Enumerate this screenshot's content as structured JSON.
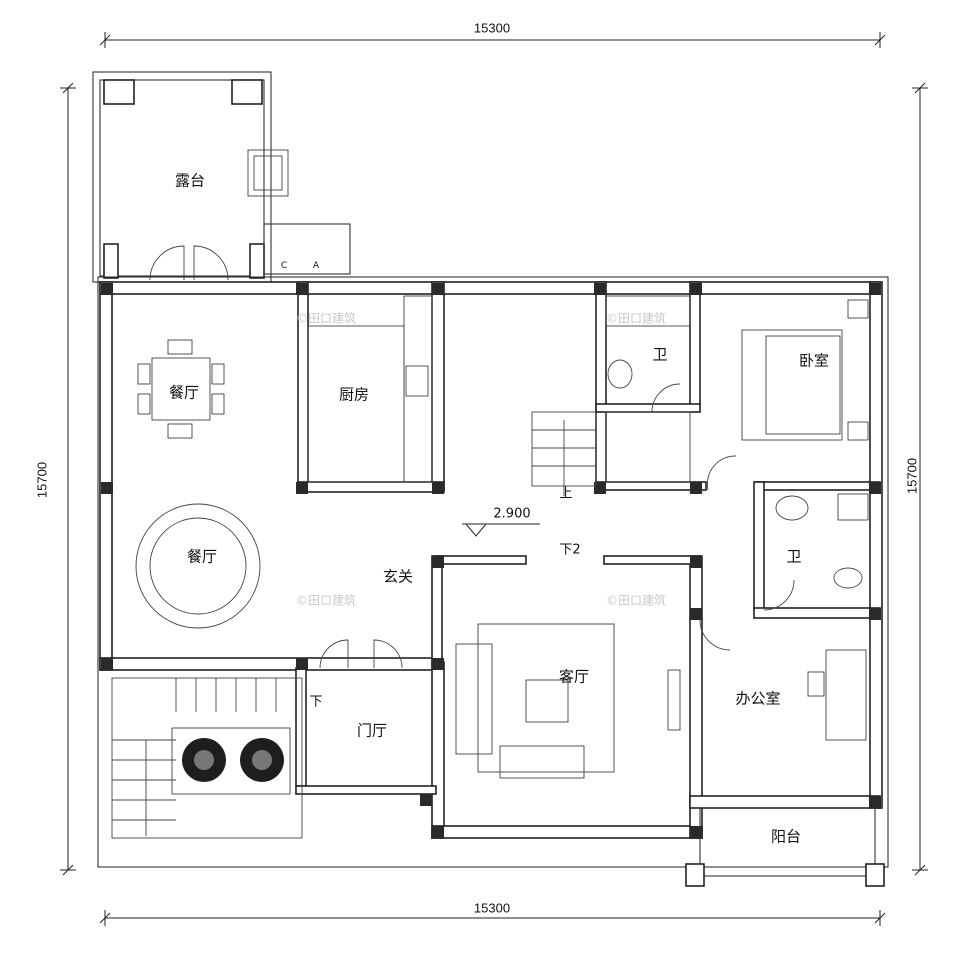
{
  "dimensions": {
    "top_width": "15300",
    "bottom_width": "15300",
    "left_height": "15700",
    "right_height": "15700"
  },
  "rooms": {
    "terrace": "露台",
    "dining_north": "餐厅",
    "kitchen": "厨房",
    "bath_north": "卫",
    "bedroom": "卧室",
    "dining_south": "餐厅",
    "entry_hall": "玄关",
    "bath_east": "卫",
    "living_room": "客厅",
    "foyer": "门厅",
    "office": "办公室",
    "balcony": "阳台"
  },
  "annotations": {
    "elevation": "2.900",
    "step_down": "下2",
    "stair_up": "上",
    "stair_down": "下",
    "marker_c": "C",
    "marker_a": "A"
  },
  "watermark": "©田口建筑"
}
